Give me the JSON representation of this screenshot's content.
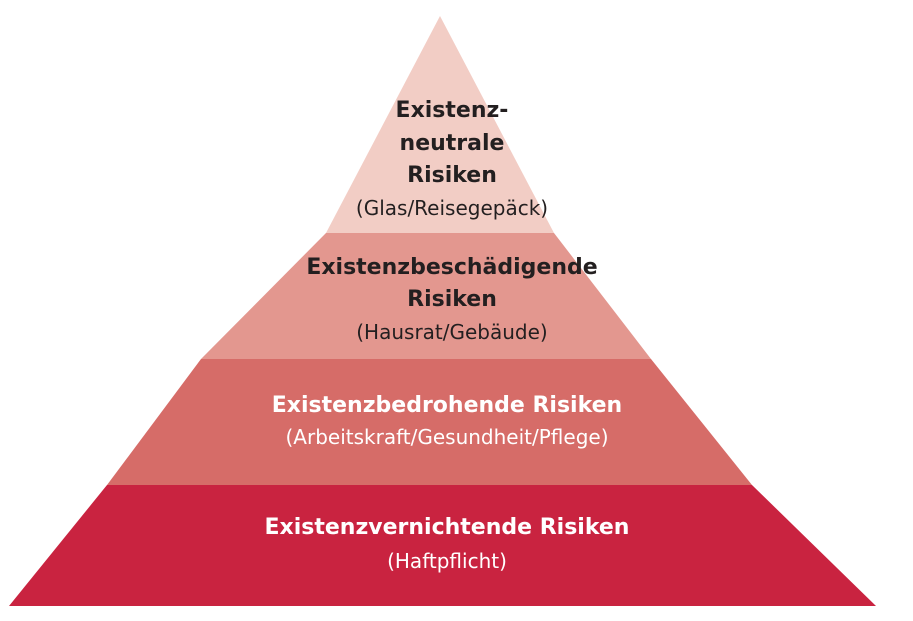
{
  "tiers": [
    {
      "title_lines": [
        "Existenz-",
        "neutrale",
        "Risiken"
      ],
      "subtitle": "(Glas/Reisegepäck)",
      "fill": "#f2cdc5",
      "text_color": "#231f20"
    },
    {
      "title_lines": [
        "Existenzbeschädigende",
        "Risiken"
      ],
      "subtitle": "(Hausrat/Gebäude)",
      "fill": "#e3978f",
      "text_color": "#231f20"
    },
    {
      "title_lines": [
        "Existenzbedrohende Risiken"
      ],
      "subtitle": "(Arbeitskraft/Gesundheit/Pflege)",
      "fill": "#d66c68",
      "text_color": "#ffffff"
    },
    {
      "title_lines": [
        "Existenzvernichtende Risiken"
      ],
      "subtitle": "(Haftpflicht)",
      "fill": "#c92340",
      "text_color": "#ffffff"
    }
  ]
}
